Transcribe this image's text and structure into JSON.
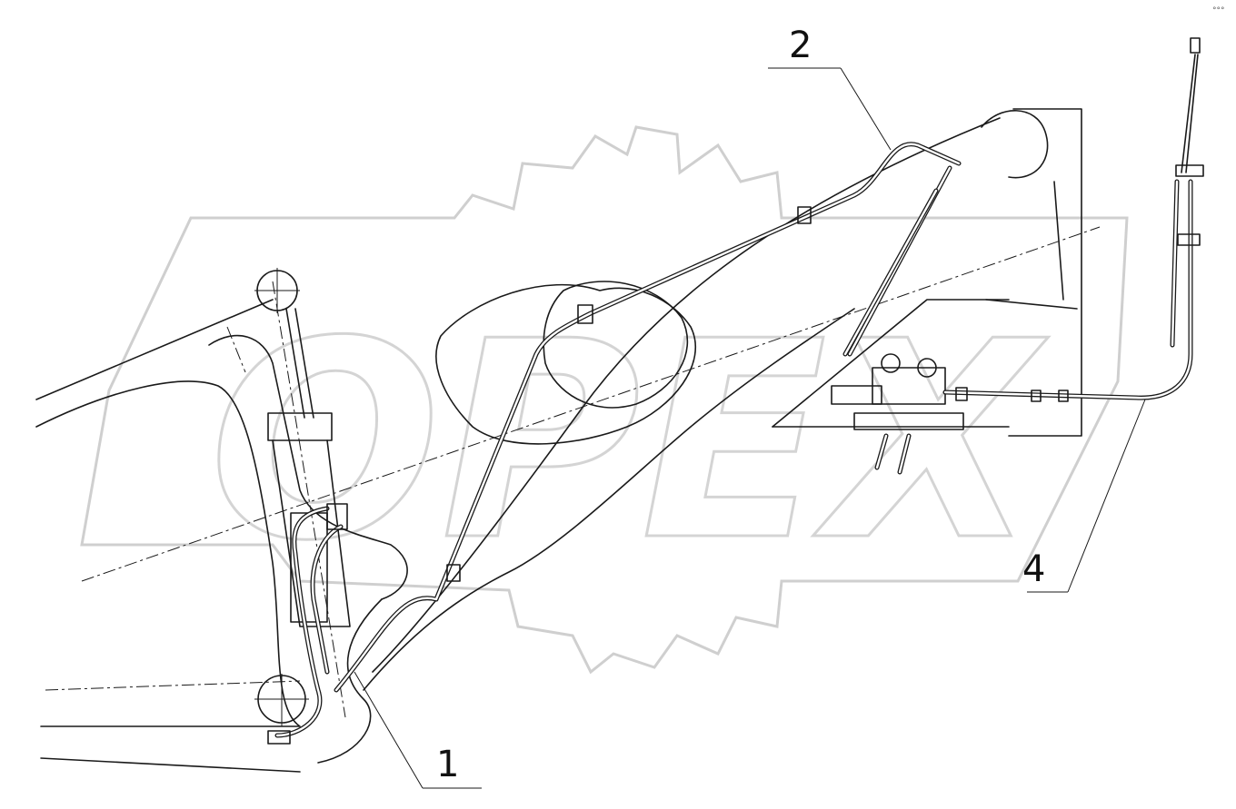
{
  "watermark": {
    "text": "OPEX"
  },
  "callouts": [
    {
      "id": "1",
      "label": "1"
    },
    {
      "id": "2",
      "label": "2"
    },
    {
      "id": "4",
      "label": "4"
    }
  ],
  "corner_mark": "°°°"
}
